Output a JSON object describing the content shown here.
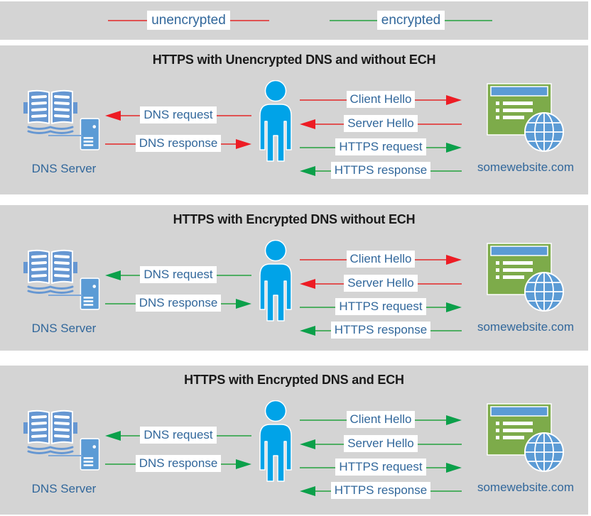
{
  "colors": {
    "panel_bg": "#d4d4d4",
    "unencrypted_line": "#e05252",
    "unencrypted_arrow": "#ed1c24",
    "encrypted_line": "#4fae63",
    "encrypted_arrow": "#0ba04a",
    "label_text": "#31679b",
    "title_text": "#1a1a1a",
    "person": "#00a3e8",
    "book": "#6697d2",
    "server": "#5b9bd5",
    "window_green": "#7dab4a",
    "globe": "#5b9bd5",
    "connector": "#7da7d8"
  },
  "icons": {
    "dns_server": "open-book-and-server-tower",
    "user": "person-silhouette",
    "website": "browser-window-with-globe",
    "arrowhead": "filled-triangle"
  },
  "legend": {
    "items": [
      {
        "label": "unencrypted",
        "encrypted": false
      },
      {
        "label": "encrypted",
        "encrypted": true
      }
    ]
  },
  "panels": [
    {
      "title": "HTTPS with Unencrypted DNS and without ECH",
      "dns_server_label": "DNS Server",
      "website_label": "somewebsite.com",
      "dns_arrows": [
        {
          "label": "DNS request",
          "direction": "left",
          "encrypted": false
        },
        {
          "label": "DNS response",
          "direction": "right",
          "encrypted": false
        }
      ],
      "https_arrows": [
        {
          "label": "Client Hello",
          "direction": "right",
          "encrypted": false
        },
        {
          "label": "Server Hello",
          "direction": "left",
          "encrypted": false
        },
        {
          "label": "HTTPS request",
          "direction": "right",
          "encrypted": true
        },
        {
          "label": "HTTPS response",
          "direction": "left",
          "encrypted": true
        }
      ]
    },
    {
      "title": "HTTPS with Encrypted DNS without ECH",
      "dns_server_label": "DNS Server",
      "website_label": "somewebsite.com",
      "dns_arrows": [
        {
          "label": "DNS request",
          "direction": "left",
          "encrypted": true
        },
        {
          "label": "DNS response",
          "direction": "right",
          "encrypted": true
        }
      ],
      "https_arrows": [
        {
          "label": "Client Hello",
          "direction": "right",
          "encrypted": false
        },
        {
          "label": "Server Hello",
          "direction": "left",
          "encrypted": false
        },
        {
          "label": "HTTPS request",
          "direction": "right",
          "encrypted": true
        },
        {
          "label": "HTTPS response",
          "direction": "left",
          "encrypted": true
        }
      ]
    },
    {
      "title": "HTTPS with Encrypted DNS and ECH",
      "dns_server_label": "DNS Server",
      "website_label": "somewebsite.com",
      "dns_arrows": [
        {
          "label": "DNS request",
          "direction": "left",
          "encrypted": true
        },
        {
          "label": "DNS response",
          "direction": "right",
          "encrypted": true
        }
      ],
      "https_arrows": [
        {
          "label": "Client Hello",
          "direction": "right",
          "encrypted": true
        },
        {
          "label": "Server Hello",
          "direction": "left",
          "encrypted": true
        },
        {
          "label": "HTTPS request",
          "direction": "right",
          "encrypted": true
        },
        {
          "label": "HTTPS response",
          "direction": "left",
          "encrypted": true
        }
      ]
    }
  ]
}
